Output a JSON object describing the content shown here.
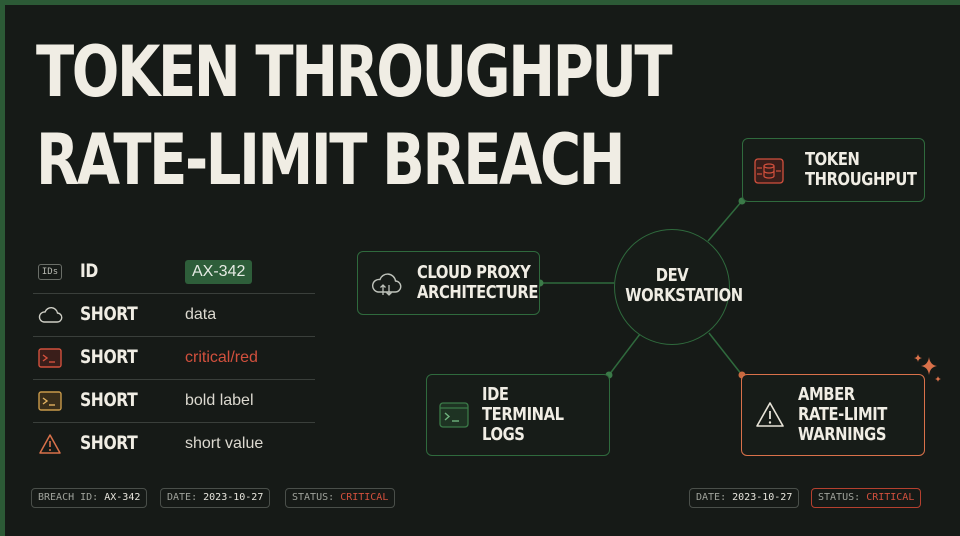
{
  "title": {
    "line1": "TOKEN THROUGHPUT",
    "line2": "RATE-LIMIT BREACH"
  },
  "legend": {
    "rows": [
      {
        "icon": "ids-badge-icon",
        "icon_text": "IDs",
        "key": "ID",
        "value": "AX-342",
        "style": "pill"
      },
      {
        "icon": "cloud-icon",
        "key": "SHORT",
        "value": "data",
        "style": "plain"
      },
      {
        "icon": "terminal-red-icon",
        "key": "SHORT",
        "value": "critical/red",
        "style": "red"
      },
      {
        "icon": "terminal-amber-icon",
        "key": "SHORT",
        "value": "bold label",
        "style": "plain"
      },
      {
        "icon": "warning-icon",
        "key": "SHORT",
        "value": "short value",
        "style": "plain"
      }
    ]
  },
  "diagram": {
    "hub": {
      "line1": "DEV",
      "line2": "WORKSTATION"
    },
    "nodes": {
      "token": {
        "line1": "TOKEN",
        "line2": "THROUGHPUT",
        "icon": "database-flow-icon"
      },
      "cloud": {
        "line1": "CLOUD PROXY",
        "line2": "ARCHITECTURE",
        "icon": "cloud-upload-icon"
      },
      "ide": {
        "line1": "IDE",
        "line2": "TERMINAL",
        "line3": "LOGS",
        "icon": "terminal-icon"
      },
      "amber": {
        "line1": "AMBER",
        "line2": "RATE-LIMIT",
        "line3": "WARNINGS",
        "icon": "warning-icon"
      }
    }
  },
  "footer": {
    "left": {
      "breach_label": "BREACH ID:",
      "breach_value": "AX-342",
      "date_label": "DATE:",
      "date_value": "2023-10-27",
      "status_label": "STATUS:",
      "status_value": "CRITICAL"
    },
    "right": {
      "date_label": "DATE:",
      "date_value": "2023-10-27",
      "status_label": "STATUS:",
      "status_value": "CRITICAL"
    }
  },
  "colors": {
    "background": "#161a17",
    "frame": "#2c5a36",
    "node_border": "#2f6a3d",
    "critical": "#d2503d",
    "amber": "#d9714a",
    "pill": "#2e5e3a"
  }
}
